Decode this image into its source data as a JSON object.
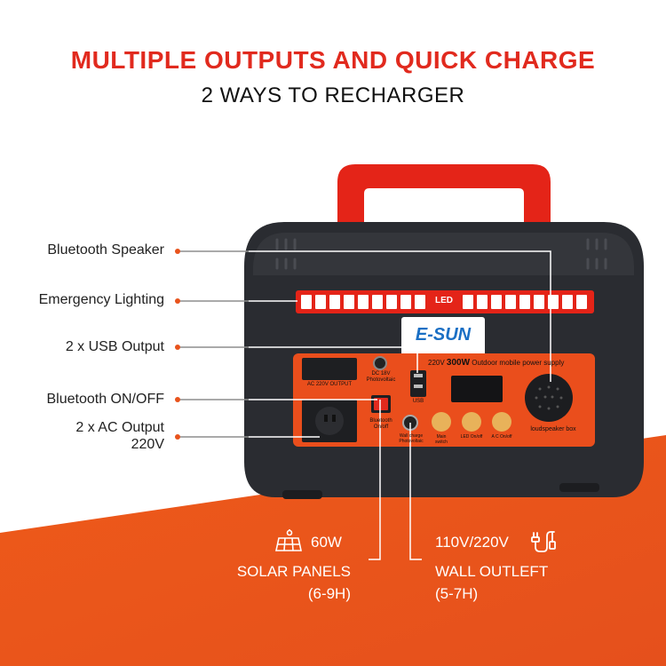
{
  "heading": {
    "title": "MULTIPLE OUTPUTS AND QUICK CHARGE",
    "subtitle": "2 WAYS TO RECHARGER"
  },
  "features": [
    {
      "label": "Bluetooth Speaker"
    },
    {
      "label": "Emergency Lighting"
    },
    {
      "label": "2 x USB Output"
    },
    {
      "label": "Bluetooth ON/OFF"
    },
    {
      "label_line1": "2 x AC Output",
      "label_line2": "220V"
    }
  ],
  "device": {
    "brand": "E-SUN",
    "led_text": "LED",
    "panel_title_prefix": "220V",
    "panel_title_power": "300W",
    "panel_title_suffix": "Outdoor mobile power supply",
    "ac_output_label": "AC 220V OUTPUT",
    "dc_label": "DC 18V Photovoltaic",
    "usb_label": "USB",
    "bt_label": "Bluetooth On/off",
    "speaker_label": "loudspeaker box",
    "knob_labels": [
      "Main switch",
      "LED On/off",
      "A C On/off"
    ],
    "charge_label": "Wall charge Photovoltaic"
  },
  "recharge": [
    {
      "icon": "solar-panel-icon",
      "wattage": "60W",
      "name": "SOLAR PANELS",
      "time": "(6-9H)"
    },
    {
      "icon": "wall-plug-icon",
      "wattage": "110V/220V",
      "name": "WALL OUTLEFT",
      "time": "(5-7H)"
    }
  ],
  "colors": {
    "accent_red": "#e12a1e",
    "orange": "#e8531c",
    "device_body": "#2a2c31",
    "handle": "#e42418"
  }
}
